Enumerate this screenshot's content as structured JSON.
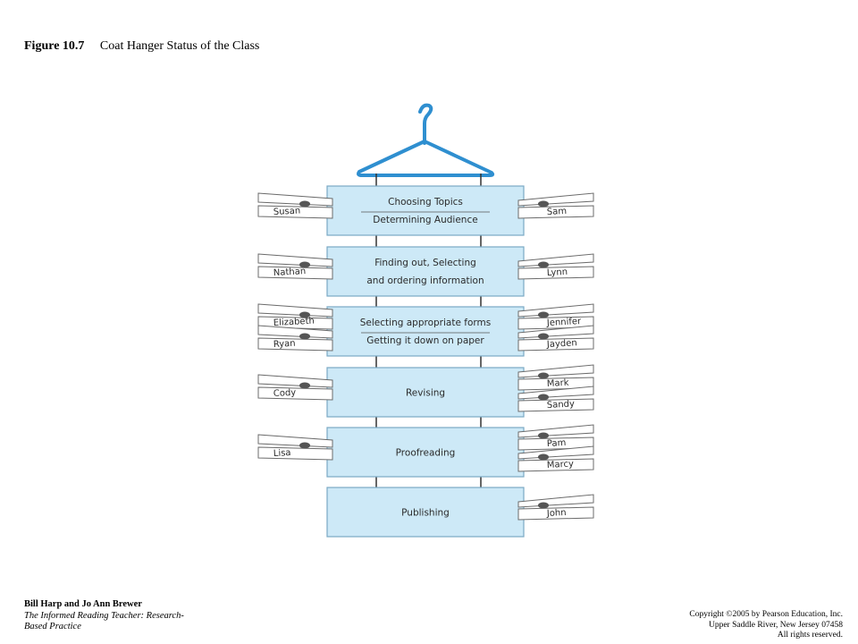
{
  "figure": {
    "label": "Figure 10.7",
    "title": "Coat Hanger Status of the Class"
  },
  "stages": [
    {
      "lines": [
        "Choosing Topics",
        "Determining Audience"
      ],
      "divider": true
    },
    {
      "lines": [
        "Finding out, Selecting",
        "and ordering information"
      ],
      "divider": false
    },
    {
      "lines": [
        "Selecting appropriate forms",
        "Getting it down on paper"
      ],
      "divider": true
    },
    {
      "lines": [
        "Revising"
      ],
      "divider": false
    },
    {
      "lines": [
        "Proofreading"
      ],
      "divider": false
    },
    {
      "lines": [
        "Publishing"
      ],
      "divider": false
    }
  ],
  "pins": [
    {
      "name": "Susan",
      "side": "left",
      "stage": 1
    },
    {
      "name": "Sam",
      "side": "right",
      "stage": 1
    },
    {
      "name": "Nathan",
      "side": "left",
      "stage": 2
    },
    {
      "name": "Lynn",
      "side": "right",
      "stage": 2
    },
    {
      "name": "Elizabeth",
      "side": "left",
      "stage": 3
    },
    {
      "name": "Ryan",
      "side": "left",
      "stage": 3
    },
    {
      "name": "Jennifer",
      "side": "right",
      "stage": 3
    },
    {
      "name": "Jayden",
      "side": "right",
      "stage": 3
    },
    {
      "name": "Cody",
      "side": "left",
      "stage": 4
    },
    {
      "name": "Mark",
      "side": "right",
      "stage": 4
    },
    {
      "name": "Sandy",
      "side": "right",
      "stage": 4
    },
    {
      "name": "Lisa",
      "side": "left",
      "stage": 5
    },
    {
      "name": "Pam",
      "side": "right",
      "stage": 5
    },
    {
      "name": "Marcy",
      "side": "right",
      "stage": 5
    },
    {
      "name": "John",
      "side": "right",
      "stage": 6
    }
  ],
  "colors": {
    "hanger": "#2f8fd0",
    "stage_fill": "#cde9f7",
    "stage_stroke": "#7aa9c4",
    "pin_fill": "#ffffff",
    "pin_stroke": "#6b6b6b",
    "spring": "#555555",
    "text": "#2b2b2b"
  },
  "footer": {
    "authors": "Bill Harp and Jo Ann Brewer",
    "book_line1": "The Informed Reading Teacher: Research-",
    "book_line2": "Based Practice",
    "copyright": "Copyright ©2005 by Pearson Education, Inc.",
    "address": "Upper Saddle River, New Jersey 07458",
    "rights": "All rights reserved."
  }
}
